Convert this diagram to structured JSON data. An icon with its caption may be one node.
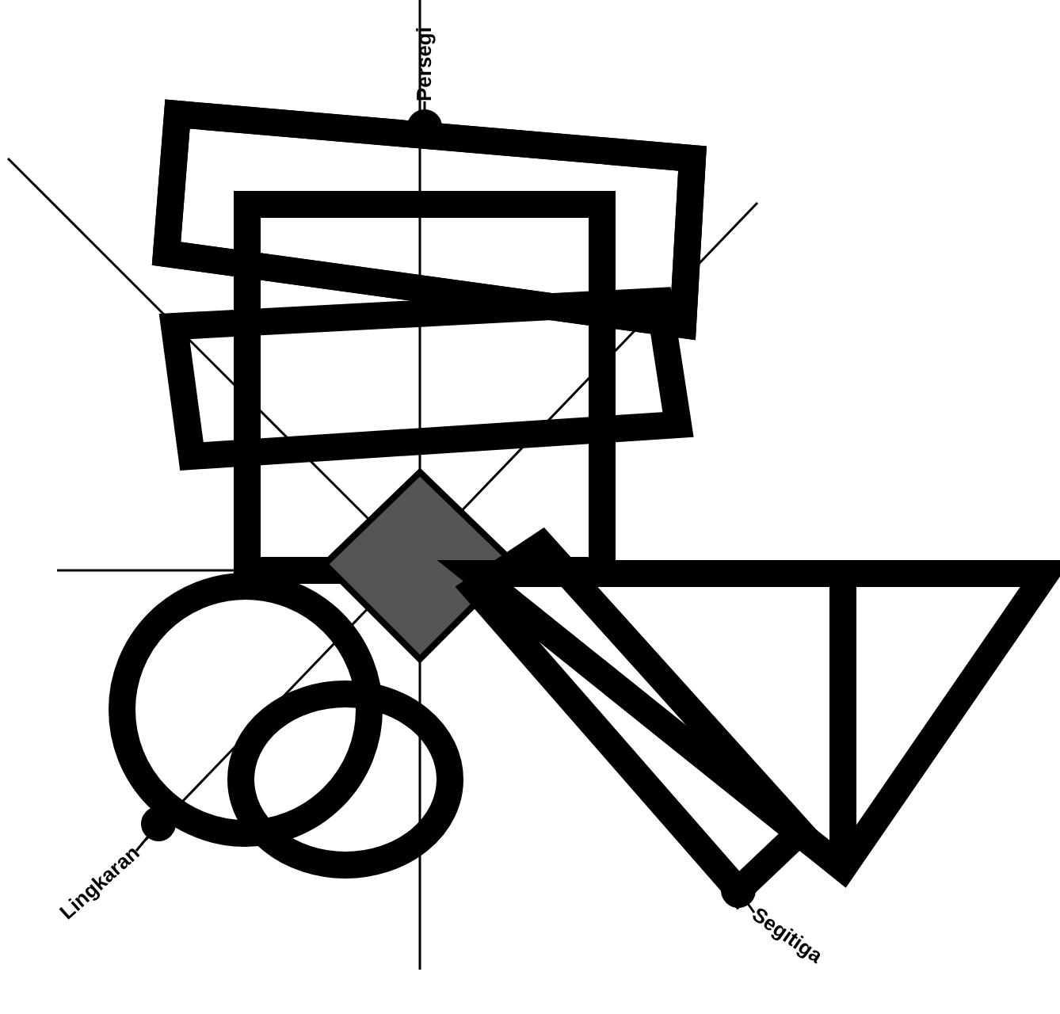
{
  "diagram": {
    "nodes": [
      {
        "text": [
          "Persegi"
        ]
      },
      {
        "text": [
          "Lingkaran"
        ]
      },
      {
        "text": [
          "Segitiga"
        ]
      },
      {
        "text": [],
        "shape": "box"
      },
      {
        "text": [],
        "shape": "circle"
      },
      {
        "text": [],
        "shape": "bar"
      }
    ],
    "edges": [
      {
        "from": 0,
        "to": 3,
        "arrow": "other"
      },
      {
        "from": 1,
        "to": 4,
        "arrow": "other"
      },
      {
        "from": 2,
        "to": 5,
        "arrow": "other"
      }
    ]
  }
}
